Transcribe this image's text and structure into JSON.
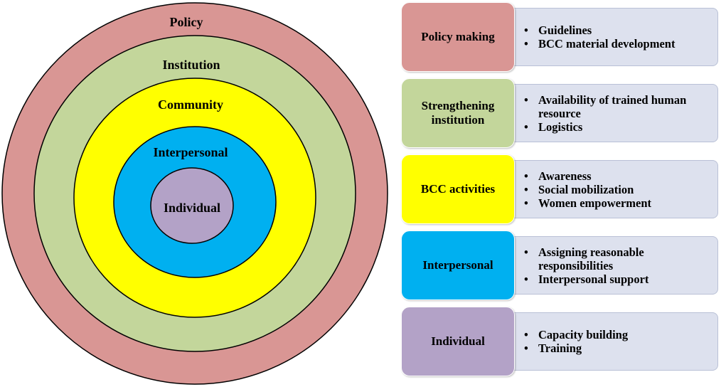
{
  "diagram": {
    "rings": [
      {
        "label": "Policy",
        "color": "#d99694"
      },
      {
        "label": "Institution",
        "color": "#c3d69b"
      },
      {
        "label": "Community",
        "color": "#ffff00"
      },
      {
        "label": "Interpersonal",
        "color": "#00b0f0"
      },
      {
        "label": "Individual",
        "color": "#b3a2c7"
      }
    ],
    "rows": [
      {
        "title": "Policy making",
        "color": "#d99694",
        "bullets": [
          "Guidelines",
          "BCC material development"
        ]
      },
      {
        "title": "Strengthening institution",
        "color": "#c3d69b",
        "bullets": [
          "Availability of trained human resource",
          "Logistics"
        ]
      },
      {
        "title": "BCC activities",
        "color": "#ffff00",
        "bullets": [
          "Awareness",
          "Social mobilization",
          "Women empowerment"
        ]
      },
      {
        "title": "Interpersonal",
        "color": "#00b0f0",
        "bullets": [
          "Assigning reasonable responsibilities",
          "Interpersonal support"
        ]
      },
      {
        "title": "Individual",
        "color": "#b3a2c7",
        "bullets": [
          "Capacity building",
          "Training"
        ]
      }
    ]
  }
}
